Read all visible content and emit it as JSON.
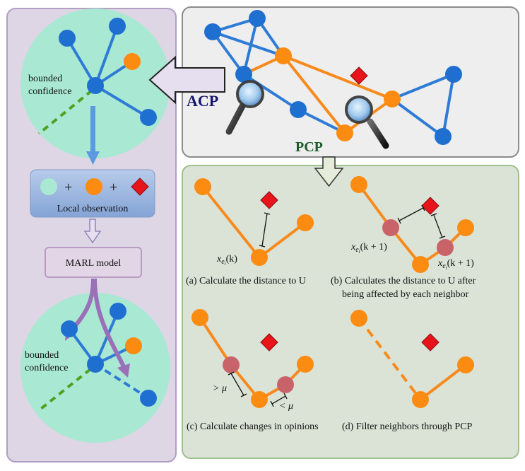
{
  "labels": {
    "bounded_top": [
      "bounded",
      "confidence"
    ],
    "bounded_bottom": [
      "bounded",
      "confidence"
    ],
    "acp": "ACP",
    "pcp": "PCP",
    "plus1": "+",
    "plus2": "+",
    "local_observation": "Local observation",
    "marl_model": "MARL model",
    "xk_a": "x",
    "xk_a_sub": "e",
    "xk_a_subsub": "i",
    "xk_a_tail": "(k)",
    "xk_b1": "x",
    "xk_b1_sub": "e",
    "xk_b1_subsub": "i",
    "xk_b1_tail": "(k + 1)",
    "xk_b2": "x",
    "xk_b2_sub": "e",
    "xk_b2_subsub": "i",
    "xk_b2_tail": "(k + 1)",
    "gt_mu": "> μ",
    "lt_mu": "< μ"
  },
  "captions": {
    "a": "(a) Calculate the distance to U",
    "b_line1": "(b) Calculates the distance to U after",
    "b_line2": "being affected by each neighbor",
    "c": "(c) Calculate changes in opinions",
    "d": "(d) Filter neighbors through PCP"
  },
  "colors": {
    "blue_node": "#1f6fd1",
    "blue_edge": "#2e7bd6",
    "orange_node": "#fb8c11",
    "orange_edge": "#f78a1c",
    "red_marker": "#e8141b",
    "pink_node": "#c9636a",
    "teal_circle": "#a9e8d3",
    "green_dash": "#52a020",
    "left_panel": "#ded6e4",
    "left_border": "#b09ec4",
    "top_panel": "#eeeeef",
    "top_border": "#8b8b8b",
    "bottom_panel": "#dae3d6",
    "bottom_border": "#9ec08e",
    "acp_text": "#16166e",
    "pcp_text": "#1e5a2a",
    "local_obs_box": "#9bb6dd",
    "marl_box": "#e2d5e6",
    "purple_arrow": "#9a70b8"
  }
}
